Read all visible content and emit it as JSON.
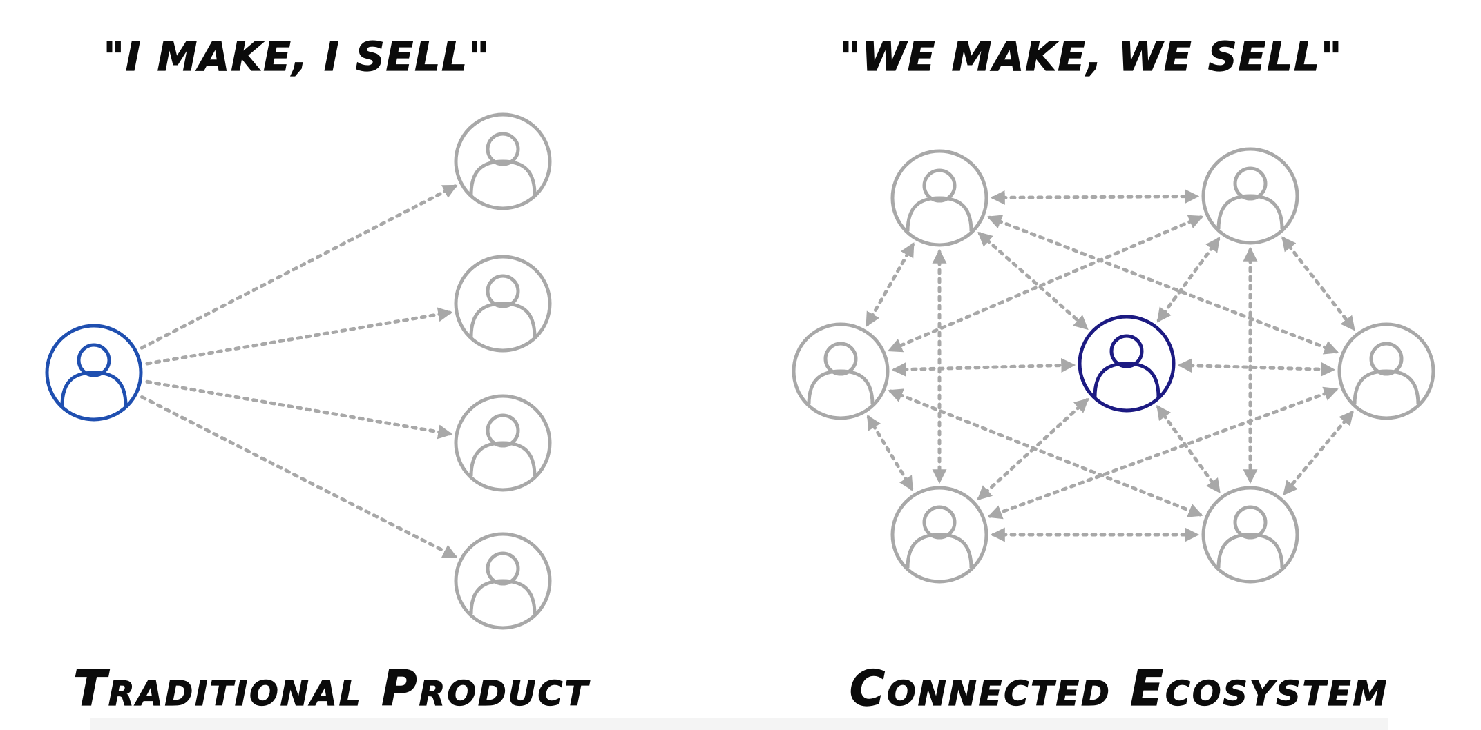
{
  "left_panel": {
    "quote": "\"I make, I sell\"",
    "caption": "Traditional Product"
  },
  "right_panel": {
    "quote": "\"We make, we sell\"",
    "caption": "Connected Ecosystem"
  },
  "colors": {
    "maker_left": "#1f4fb0",
    "maker_right": "#1c1a82",
    "participant": "#a8a8a8",
    "connector": "#a8a8a8",
    "text": "#0b0b0b"
  },
  "icons": {
    "node": "person-icon"
  }
}
